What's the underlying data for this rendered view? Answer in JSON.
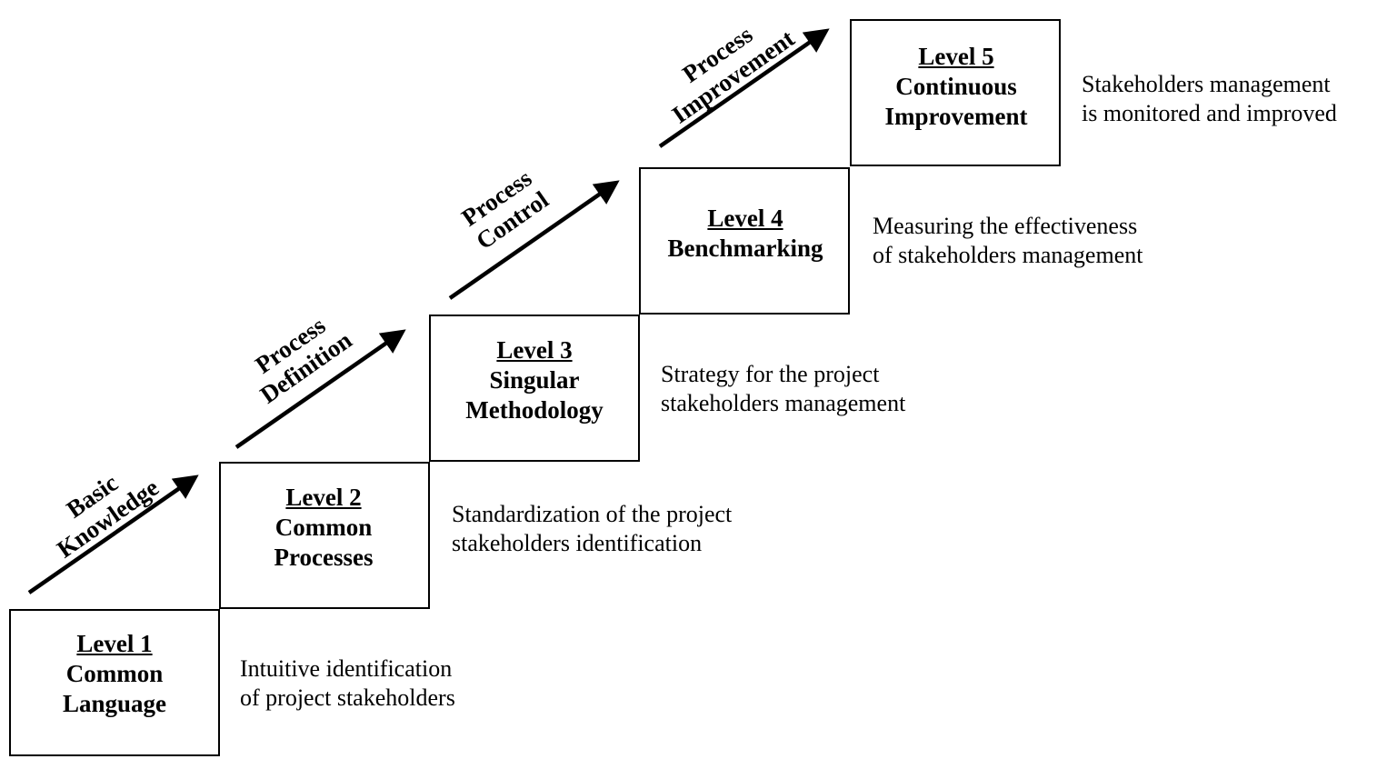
{
  "levels": [
    {
      "heading": "Level 1",
      "name_lines": [
        "Common",
        "Language"
      ],
      "description_lines": [
        "Intuitive identification",
        "of project stakeholders"
      ]
    },
    {
      "heading": "Level 2",
      "name_lines": [
        "Common",
        "Processes"
      ],
      "description_lines": [
        "Standardization of the project",
        "stakeholders identification"
      ]
    },
    {
      "heading": "Level 3",
      "name_lines": [
        "Singular",
        "Methodology"
      ],
      "description_lines": [
        "Strategy for the project",
        "stakeholders management"
      ]
    },
    {
      "heading": "Level 4",
      "name_lines": [
        "Benchmarking"
      ],
      "description_lines": [
        "Measuring the effectiveness",
        "of stakeholders management"
      ]
    },
    {
      "heading": "Level 5",
      "name_lines": [
        "Continuous",
        "Improvement"
      ],
      "description_lines": [
        "Stakeholders management",
        "is monitored and improved"
      ]
    }
  ],
  "transitions": [
    {
      "lines": [
        "Basic",
        "Knowledge"
      ]
    },
    {
      "lines": [
        "Process",
        "Definition"
      ]
    },
    {
      "lines": [
        "Process",
        "Control"
      ]
    },
    {
      "lines": [
        "Process",
        "Improvement"
      ]
    }
  ]
}
